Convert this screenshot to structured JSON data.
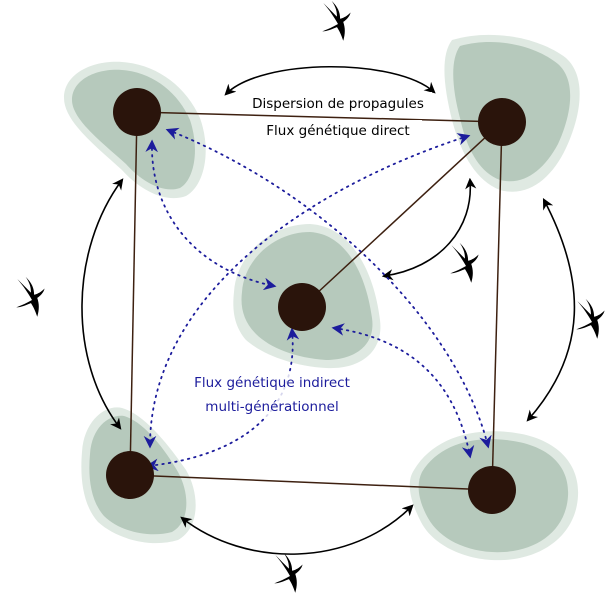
{
  "labels": {
    "dispersal": "Dispersion de propagules",
    "direct_flow": "Flux génétique direct",
    "indirect_line1": "Flux génétique indirect",
    "indirect_line2": "multi-générationnel"
  },
  "colors": {
    "patch_outer": "#dfe9e2",
    "patch_inner": "#b6c9bc",
    "node": "#2a140b",
    "edge": "#3d2010",
    "arrow": "#000000",
    "indirect": "#1c1c9c",
    "background": "#ffffff"
  },
  "nodes": [
    "top-left",
    "top-right",
    "center",
    "bottom-left",
    "bottom-right"
  ],
  "icons": [
    "bird-icon",
    "bird-icon",
    "bird-icon",
    "bird-icon",
    "bird-icon"
  ]
}
